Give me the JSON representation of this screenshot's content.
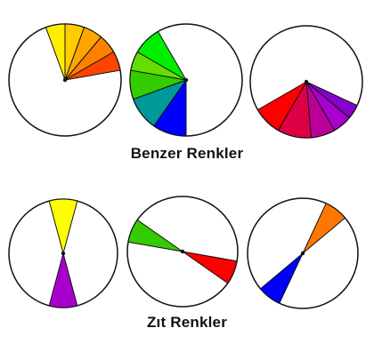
{
  "sections": [
    {
      "caption": "Benzer Renkler",
      "wheels": [
        {
          "id": "analog-warm",
          "wedges": [
            {
              "start": -20,
              "end": 0,
              "color": "#ffee00",
              "name": "yellow"
            },
            {
              "start": 0,
              "end": 20,
              "color": "#ffcc00",
              "name": "yellow-orange"
            },
            {
              "start": 20,
              "end": 40,
              "color": "#ffa500",
              "name": "orange"
            },
            {
              "start": 40,
              "end": 60,
              "color": "#ff8000",
              "name": "orange-red"
            },
            {
              "start": 60,
              "end": 80,
              "color": "#ff4400",
              "name": "red-orange"
            }
          ]
        },
        {
          "id": "analog-cool",
          "wedges": [
            {
              "start": 180,
              "end": 215,
              "color": "#0000ff",
              "name": "blue"
            },
            {
              "start": 215,
              "end": 250,
              "color": "#009999",
              "name": "teal"
            },
            {
              "start": 250,
              "end": 280,
              "color": "#33cc00",
              "name": "green"
            },
            {
              "start": 280,
              "end": 300,
              "color": "#66dd00",
              "name": "light-green"
            },
            {
              "start": 300,
              "end": 330,
              "color": "#00ee00",
              "name": "bright-green"
            }
          ]
        },
        {
          "id": "analog-red-violet",
          "wedges": [
            {
              "start": 115,
              "end": 130,
              "color": "#8800cc",
              "name": "violet"
            },
            {
              "start": 130,
              "end": 150,
              "color": "#aa00cc",
              "name": "purple"
            },
            {
              "start": 150,
              "end": 175,
              "color": "#bb0099",
              "name": "magenta"
            },
            {
              "start": 175,
              "end": 210,
              "color": "#dd0044",
              "name": "crimson"
            },
            {
              "start": 210,
              "end": 240,
              "color": "#ff0000",
              "name": "red"
            }
          ]
        }
      ]
    },
    {
      "caption": "Zıt Renkler",
      "wheels": [
        {
          "id": "complement-yellow-purple",
          "wedges": [
            {
              "start": -15,
              "end": 15,
              "color": "#ffff00",
              "name": "yellow"
            },
            {
              "start": 165,
              "end": 195,
              "color": "#aa00cc",
              "name": "purple"
            }
          ]
        },
        {
          "id": "complement-green-red",
          "wedges": [
            {
              "start": 280,
              "end": 305,
              "color": "#33cc00",
              "name": "green"
            },
            {
              "start": 100,
              "end": 125,
              "color": "#ff0000",
              "name": "red"
            }
          ]
        },
        {
          "id": "complement-orange-blue",
          "wedges": [
            {
              "start": 25,
              "end": 50,
              "color": "#ff7700",
              "name": "orange"
            },
            {
              "start": 205,
              "end": 230,
              "color": "#0000ff",
              "name": "blue"
            }
          ]
        }
      ]
    }
  ]
}
